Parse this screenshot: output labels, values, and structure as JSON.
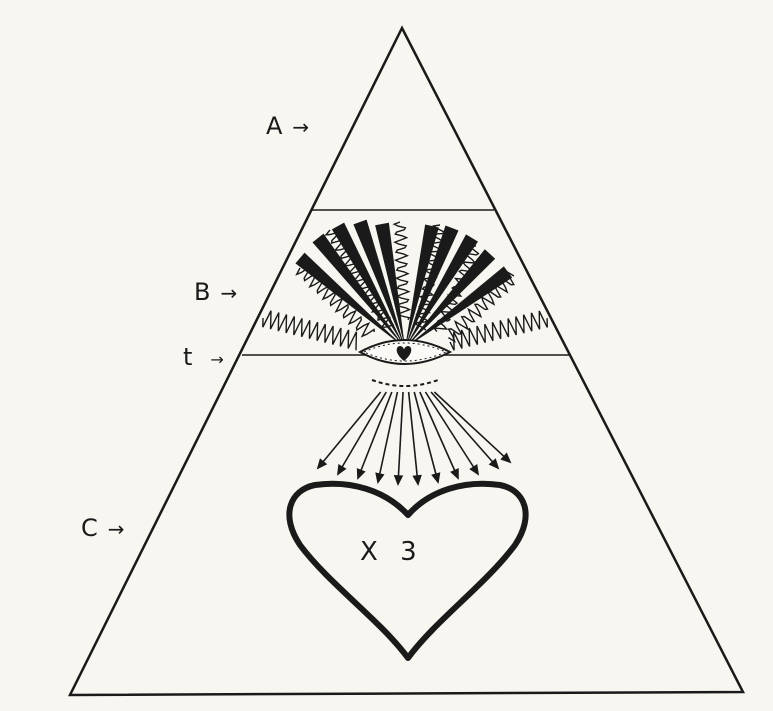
{
  "labels": {
    "a": "A",
    "b": "B",
    "t": "t",
    "c": "C",
    "arrow": "→"
  },
  "heart_text": "X 3",
  "colors": {
    "ink": "#1a1a1a",
    "paper": "#f7f6f1"
  }
}
